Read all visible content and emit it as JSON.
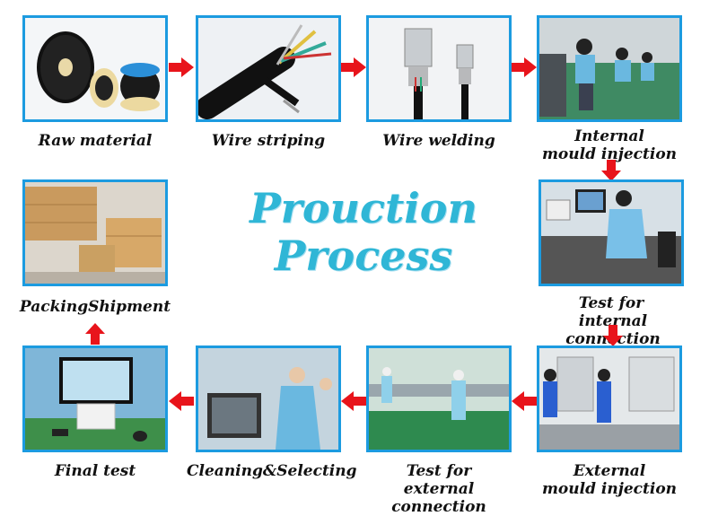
{
  "title": {
    "line1": "Prouction",
    "line2": "Process"
  },
  "steps": [
    {
      "id": "raw-material",
      "line1": "Raw material",
      "line2": ""
    },
    {
      "id": "wire-striping",
      "line1": "Wire striping",
      "line2": ""
    },
    {
      "id": "wire-welding",
      "line1": "Wire welding",
      "line2": ""
    },
    {
      "id": "internal-mould-injection",
      "line1": "Internal",
      "line2": "mould injection"
    },
    {
      "id": "test-internal-connection",
      "line1": "Test for",
      "line2": "internal connection"
    },
    {
      "id": "external-mould-injection",
      "line1": "External",
      "line2": "mould injection"
    },
    {
      "id": "test-external-connection",
      "line1": "Test for",
      "line2": "external connection"
    },
    {
      "id": "cleaning-selecting",
      "line1": "Cleaning&Selecting",
      "line2": ""
    },
    {
      "id": "final-test",
      "line1": "Final test",
      "line2": ""
    },
    {
      "id": "packing-shipment",
      "line1": "PackingShipment",
      "line2": ""
    }
  ],
  "colors": {
    "frame": "#1c9be0",
    "arrow": "#e8141b",
    "title": "#2fb6d6"
  }
}
